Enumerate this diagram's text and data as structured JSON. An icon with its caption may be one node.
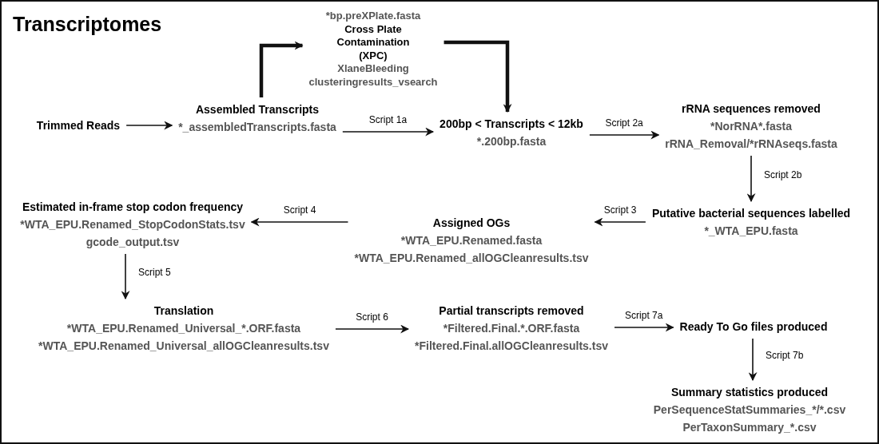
{
  "diagram": {
    "title": "Transcriptomes",
    "nodes": [
      {
        "text": [
          "Trimmed Reads"
        ]
      },
      {
        "text": [
          "Assembled Transcripts",
          "*_assembledTranscripts.fasta"
        ]
      },
      {
        "text": [
          "*bp.preXPlate.fasta",
          "Cross Plate Contamination (XPC)",
          "XlaneBleeding",
          "clusteringresults_vsearch"
        ]
      },
      {
        "text": [
          "200bp < Transcripts < 12kb",
          "*.200bp.fasta"
        ]
      },
      {
        "text": [
          "rRNA sequences removed",
          "*NorRNA*.fasta",
          "rRNA_Removal/*rRNAseqs.fasta"
        ]
      },
      {
        "text": [
          "Putative bacterial sequences labelled",
          "*_WTA_EPU.fasta"
        ]
      },
      {
        "text": [
          "Assigned OGs",
          "*WTA_EPU.Renamed.fasta",
          "*WTA_EPU.Renamed_allOGCleanresults.tsv"
        ]
      },
      {
        "text": [
          "Estimated in-frame stop codon frequency",
          "*WTA_EPU.Renamed_StopCodonStats.tsv",
          "gcode_output.tsv"
        ]
      },
      {
        "text": [
          "Translation",
          "*WTA_EPU.Renamed_Universal_*.ORF.fasta",
          "*WTA_EPU.Renamed_Universal_allOGCleanresults.tsv"
        ]
      },
      {
        "text": [
          "Partial transcripts removed",
          "*Filtered.Final.*.ORF.fasta",
          "*Filtered.Final.allOGCleanresults.tsv"
        ]
      },
      {
        "text": [
          "Ready To Go files produced"
        ]
      },
      {
        "text": [
          "Summary statistics produced",
          "PerSequenceStatSummaries_*/*.csv",
          "PerTaxonSummary_*.csv"
        ]
      }
    ],
    "edges": [
      {
        "from": 0,
        "to": 1,
        "arrow": "to"
      },
      {
        "from": 1,
        "to": 2,
        "arrow": "to",
        "style": "thick"
      },
      {
        "from": 2,
        "to": 3,
        "arrow": "to",
        "style": "thick"
      },
      {
        "from": 1,
        "to": 3,
        "arrow": "to",
        "label": "Script 1a"
      },
      {
        "from": 3,
        "to": 4,
        "arrow": "to",
        "label": "Script 2a"
      },
      {
        "from": 4,
        "to": 5,
        "arrow": "to",
        "label": "Script 2b"
      },
      {
        "from": 5,
        "to": 6,
        "arrow": "to",
        "label": "Script 3"
      },
      {
        "from": 6,
        "to": 7,
        "arrow": "to",
        "label": "Script 4"
      },
      {
        "from": 7,
        "to": 8,
        "arrow": "to",
        "label": "Script 5"
      },
      {
        "from": 8,
        "to": 9,
        "arrow": "to",
        "label": "Script 6"
      },
      {
        "from": 9,
        "to": 10,
        "arrow": "to",
        "label": "Script 7a"
      },
      {
        "from": 10,
        "to": 11,
        "arrow": "to",
        "label": "Script 7b"
      }
    ]
  }
}
